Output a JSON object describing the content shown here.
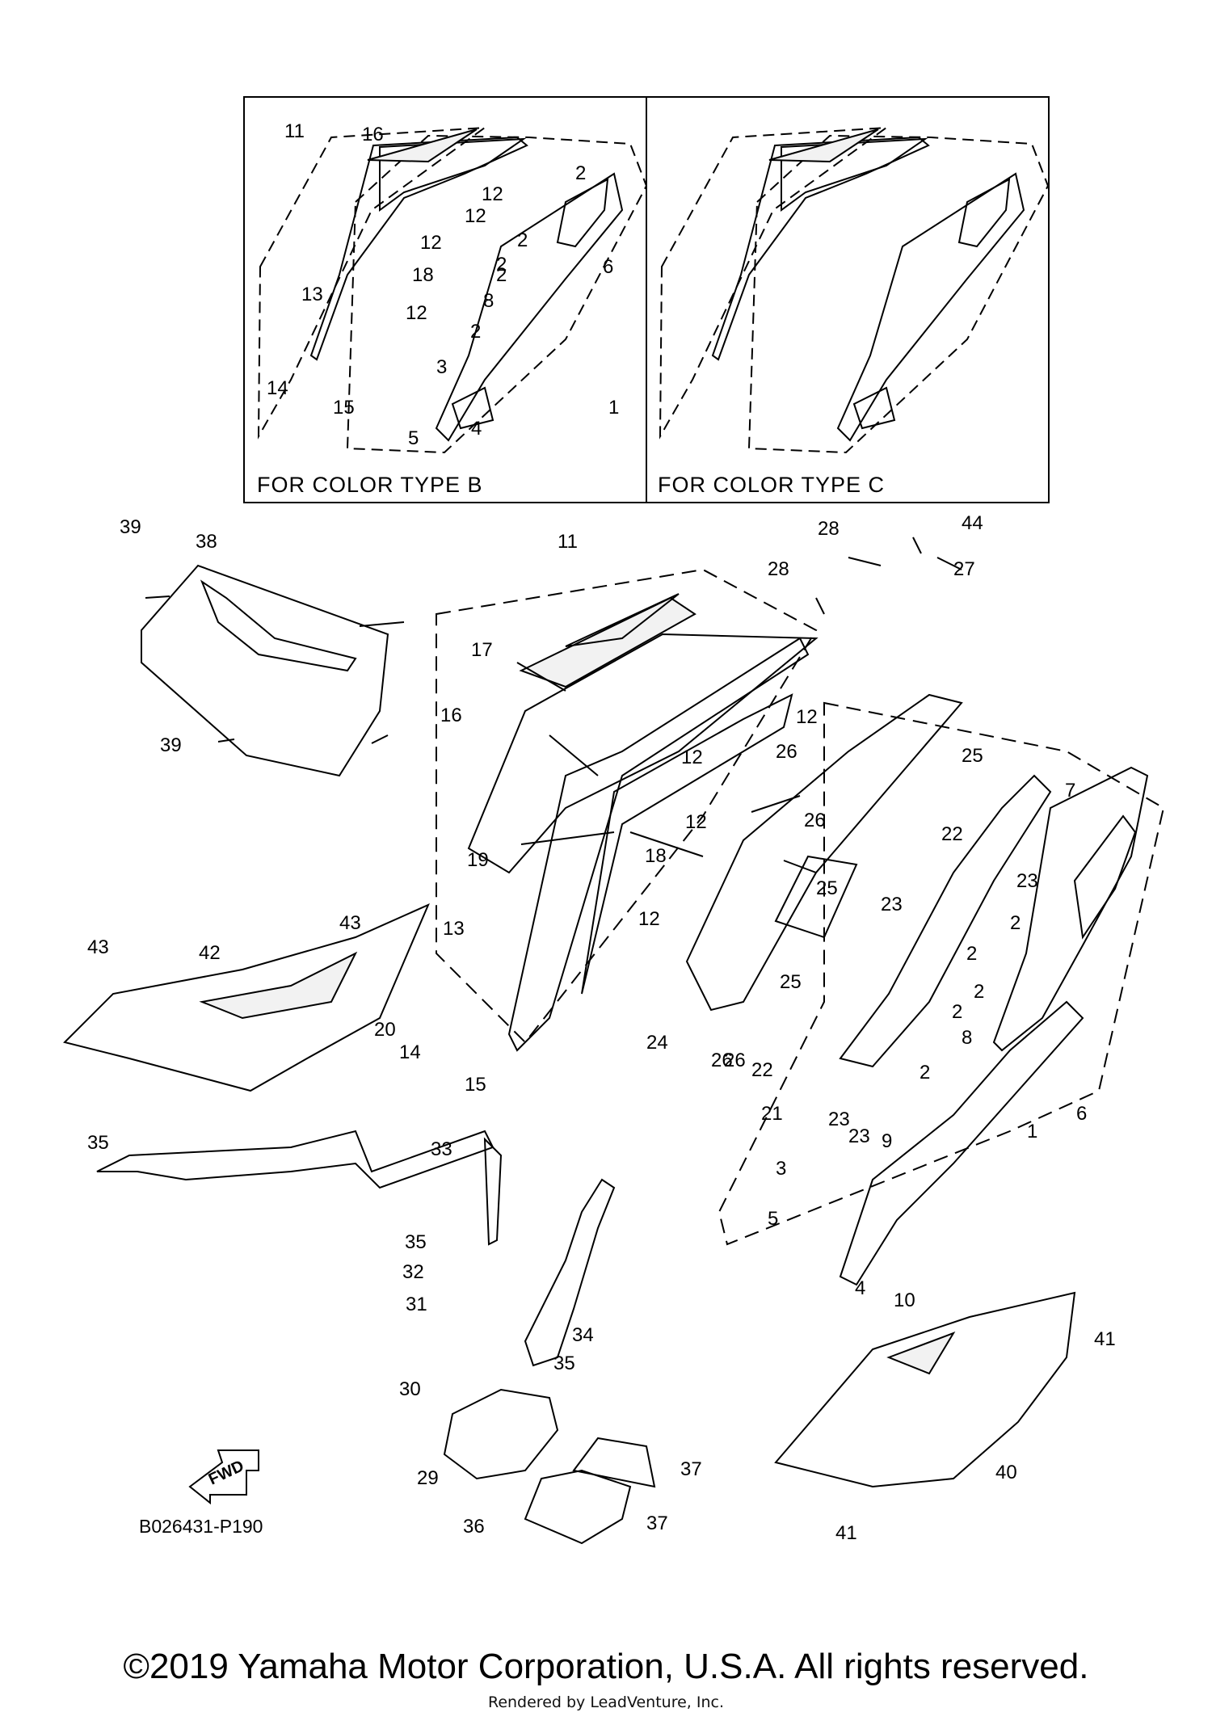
{
  "insets": [
    {
      "label": "FOR COLOR TYPE B"
    },
    {
      "label": "FOR COLOR TYPE C"
    }
  ],
  "callouts_inset": [
    "11",
    "16",
    "12",
    "12",
    "12",
    "18",
    "12",
    "2",
    "2",
    "2",
    "2",
    "8",
    "2",
    "6",
    "13",
    "14",
    "15",
    "3",
    "5",
    "4",
    "1"
  ],
  "callouts_main": [
    "39",
    "38",
    "39",
    "11",
    "17",
    "16",
    "28",
    "28",
    "44",
    "27",
    "12",
    "12",
    "26",
    "25",
    "12",
    "18",
    "19",
    "26",
    "22",
    "7",
    "25",
    "23",
    "23",
    "2",
    "43",
    "42",
    "43",
    "13",
    "12",
    "20",
    "14",
    "15",
    "26",
    "25",
    "2",
    "2",
    "2",
    "24",
    "26",
    "22",
    "23",
    "8",
    "2",
    "21",
    "23",
    "9",
    "6",
    "35",
    "33",
    "35",
    "32",
    "31",
    "34",
    "35",
    "30",
    "29",
    "36",
    "37",
    "37",
    "3",
    "5",
    "1",
    "4",
    "10",
    "41",
    "40",
    "41"
  ],
  "diagram_code": "B026431-P190",
  "fwd_label": "FWD",
  "copyright": "©2019 Yamaha Motor Corporation, U.S.A. All rights reserved.",
  "rendered_by": "Rendered by LeadVenture, Inc."
}
